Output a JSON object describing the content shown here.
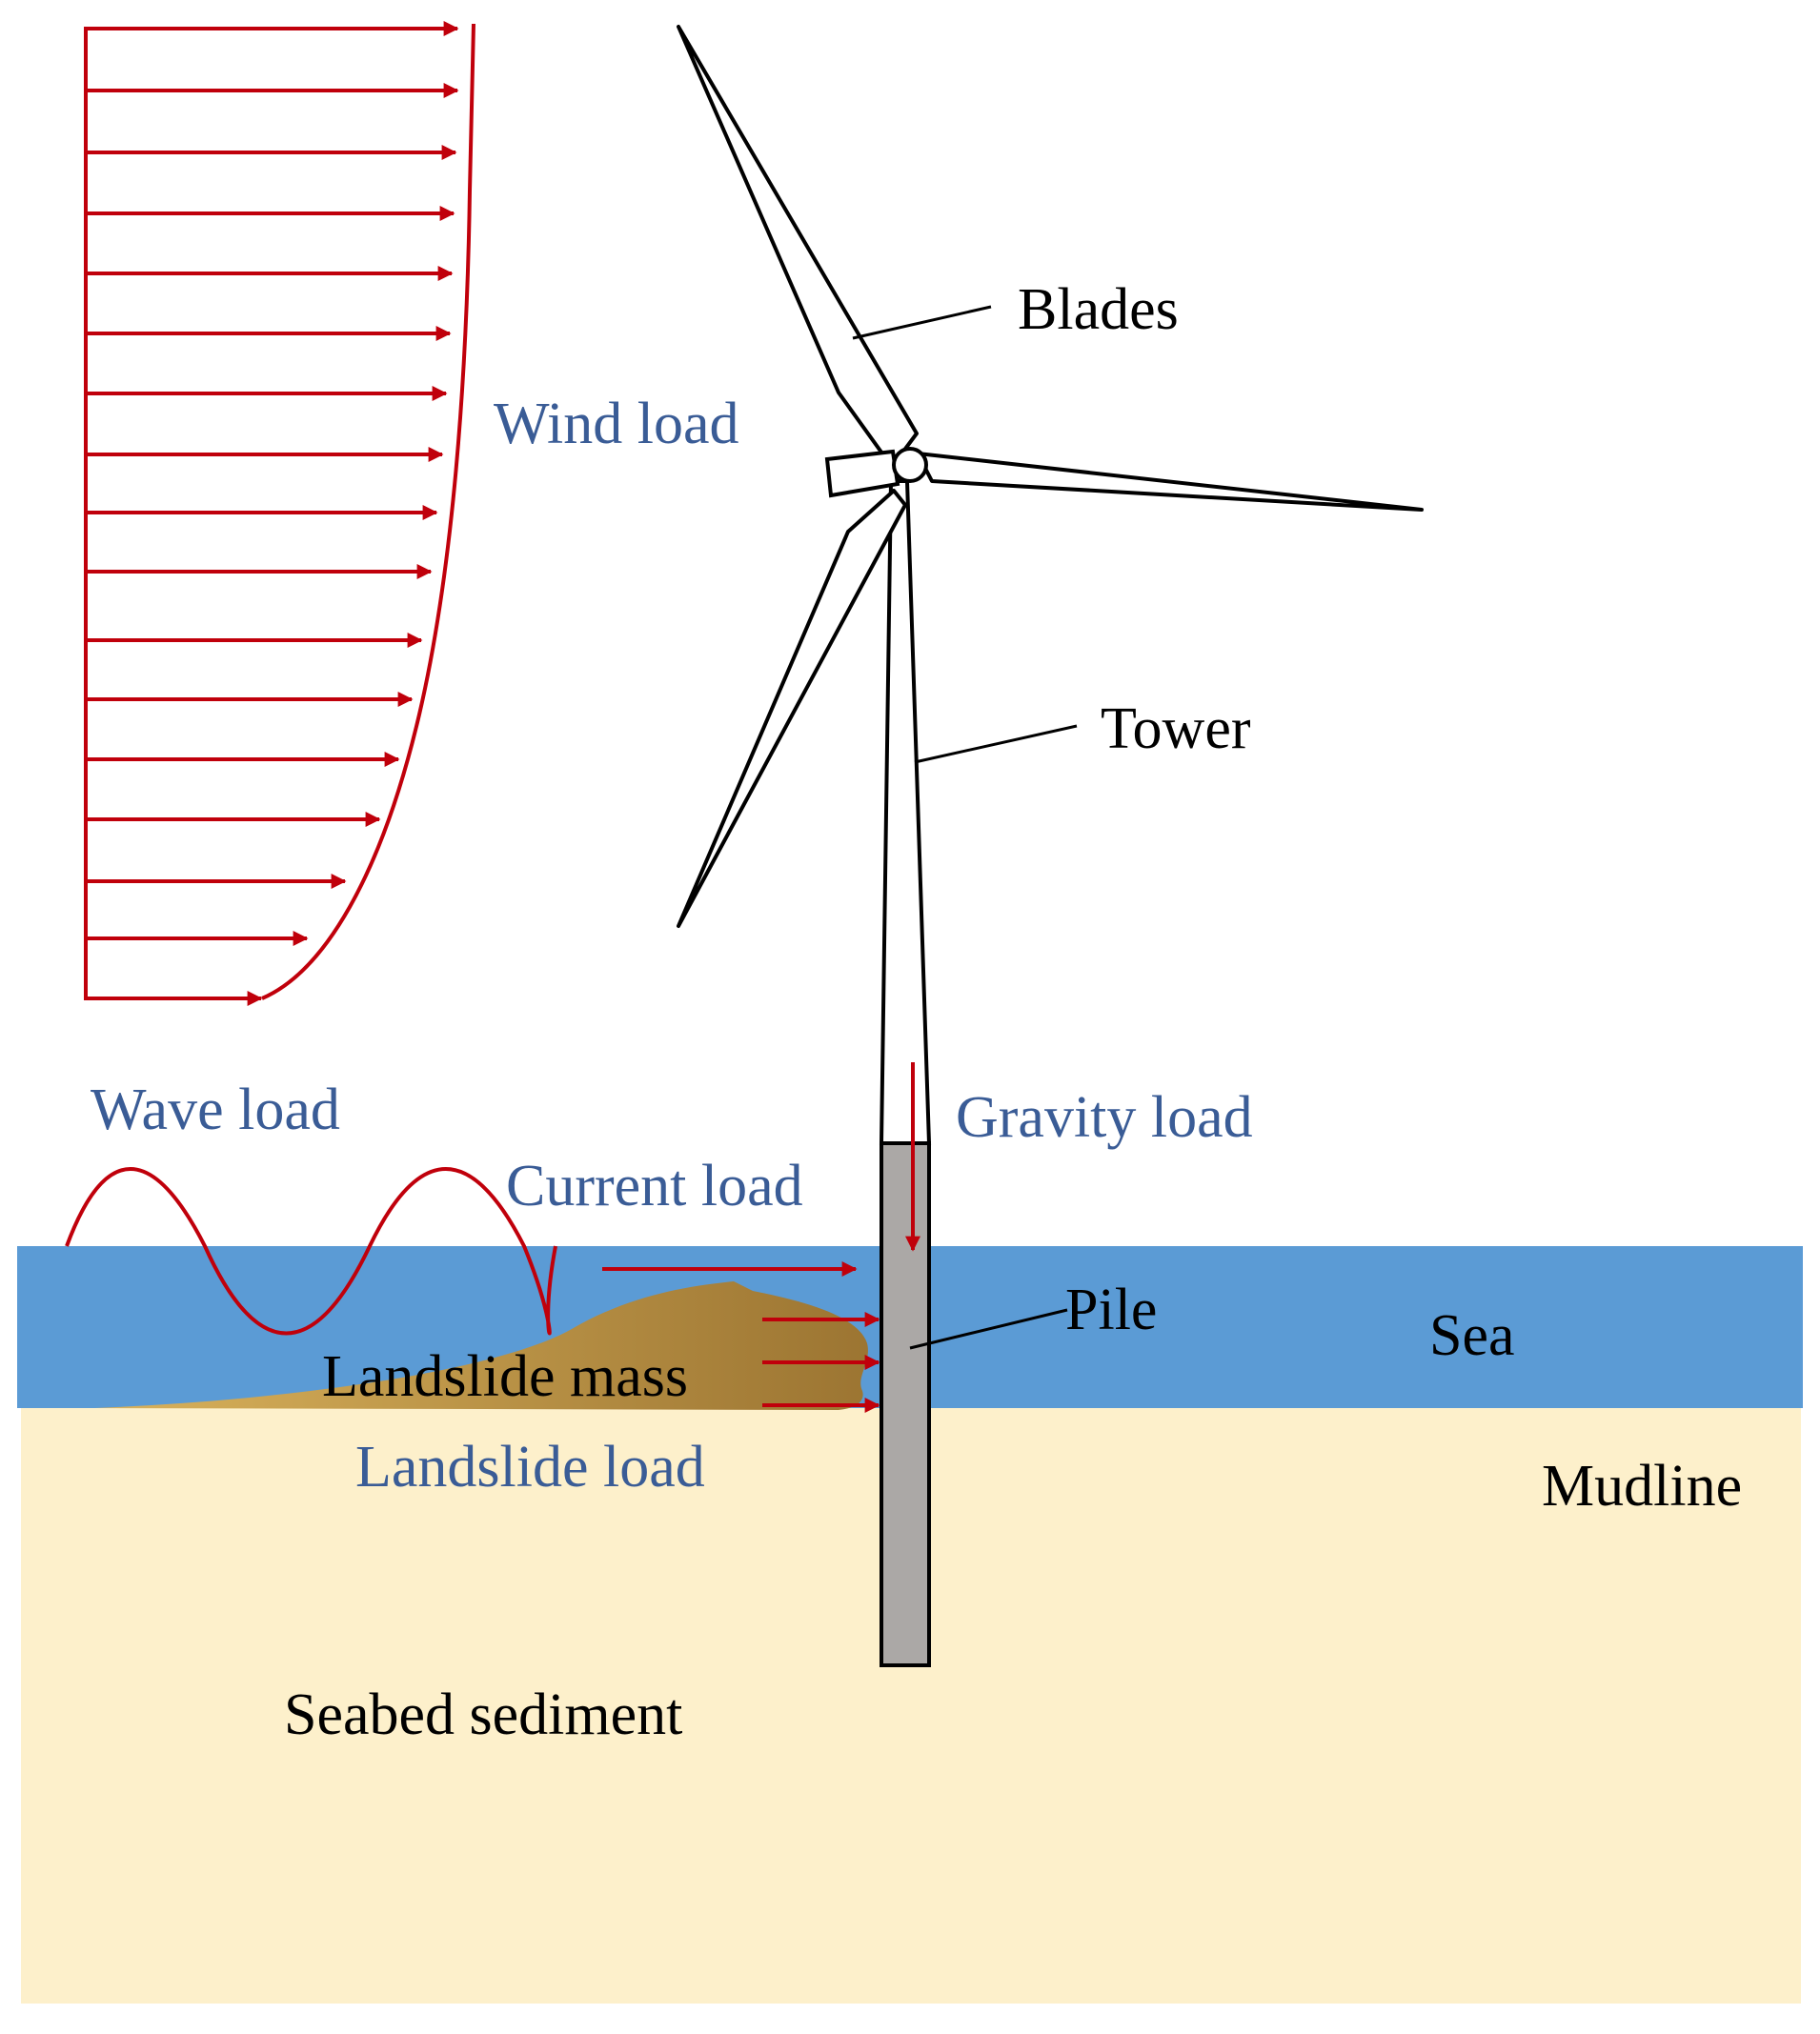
{
  "labels": {
    "wind_load": "Wind load",
    "blades": "Blades",
    "tower": "Tower",
    "wave_load": "Wave load",
    "gravity_load": "Gravity load",
    "current_load": "Current load",
    "pile": "Pile",
    "sea": "Sea",
    "landslide_mass": "Landslide mass",
    "landslide_load": "Landslide load",
    "mudline": "Mudline",
    "seabed_sediment": "Seabed sediment"
  },
  "colors": {
    "sea": "#5B9BD5",
    "seabed": "#FDF0CB",
    "landslide_light": "#D9B25C",
    "landslide_dark": "#9C7532",
    "pile": "#ABA8A6",
    "load_arrow": "#C0000B",
    "load_label": "#3A5C96"
  }
}
